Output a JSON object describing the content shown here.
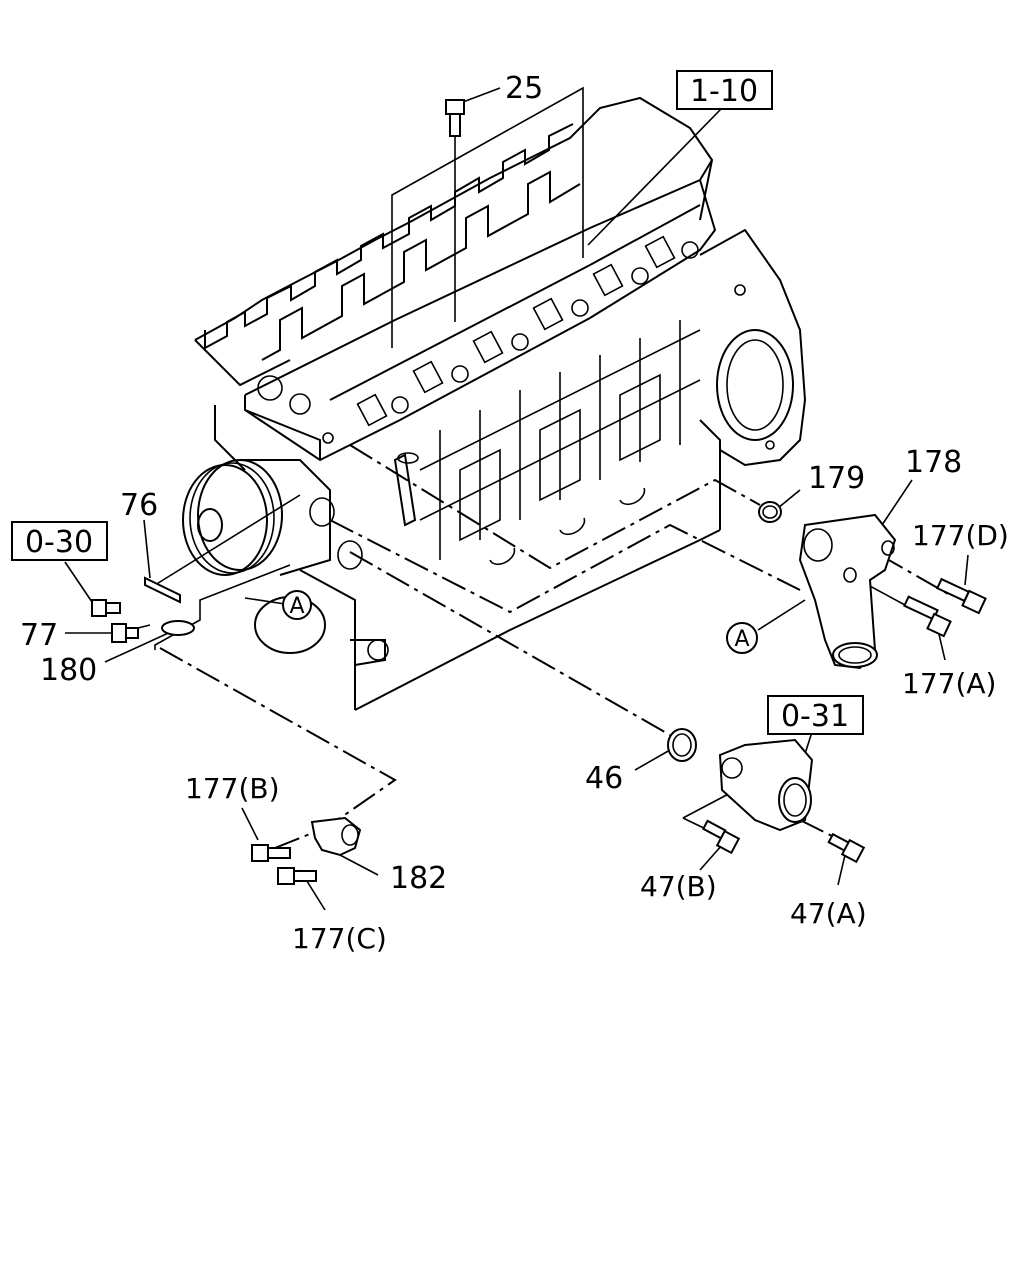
{
  "callouts": {
    "p25": "25",
    "ref_1_10": "1-10",
    "p76": "76",
    "ref_0_30": "0-30",
    "p77": "77",
    "p180": "180",
    "p179": "179",
    "p178": "178",
    "p177d": "177(D)",
    "p177a": "177(A)",
    "circle_a_left": "A",
    "circle_a_right": "A",
    "p46": "46",
    "ref_0_31": "0-31",
    "p177b": "177(B)",
    "p182": "182",
    "p177c": "177(C)",
    "p47b": "47(B)",
    "p47a": "47(A)"
  }
}
